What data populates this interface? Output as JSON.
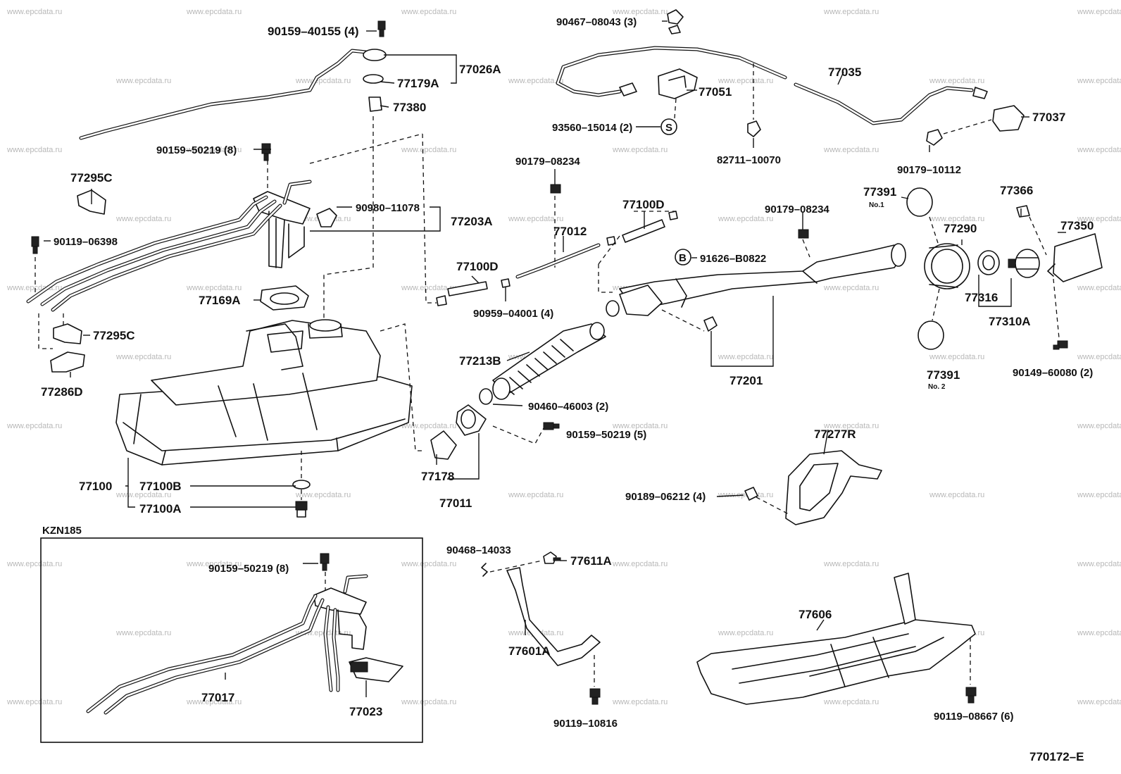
{
  "watermark": "www.epcdata.ru",
  "diagram_code": "770172–E",
  "inset_title": "KZN185",
  "labels": {
    "l_90159_40155": "90159–40155 (4)",
    "l_77026A": "77026A",
    "l_77179A": "77179A",
    "l_77380": "77380",
    "l_90159_50219_top": "90159–50219 (8)",
    "l_77295C_top": "77295C",
    "l_90980_11078": "90980–11078",
    "l_77203A": "77203A",
    "l_90119_06398": "90119–06398",
    "l_77169A": "77169A",
    "l_77295C_bot": "77295C",
    "l_77286D": "77286D",
    "l_77100": "77100",
    "l_77100B": "77100B",
    "l_77100A": "77100A",
    "l_90467_08043": "90467–08043 (3)",
    "l_77035": "77035",
    "l_77051": "77051",
    "l_77037": "77037",
    "l_93560_15014": "93560–15014 (2)",
    "l_82711_10070": "82711–10070",
    "l_90179_10112": "90179–10112",
    "l_90179_08234_a": "90179–08234",
    "l_77100D_a": "77100D",
    "l_77012": "77012",
    "l_77100D_b": "77100D",
    "l_90959_04001": "90959–04001 (4)",
    "l_90179_08234_b": "90179–08234",
    "l_91626_B0822": "91626–B0822",
    "l_77391_no1": "77391",
    "l_no1": "No.1",
    "l_77290": "77290",
    "l_77366": "77366",
    "l_77350": "77350",
    "l_77316": "77316",
    "l_77310A": "77310A",
    "l_77213B": "77213B",
    "l_77201": "77201",
    "l_77391_no2": "77391",
    "l_no2": "No. 2",
    "l_90149_60080": "90149–60080 (2)",
    "l_90460_46003": "90460–46003 (2)",
    "l_90159_50219_mid": "90159–50219 (5)",
    "l_77178": "77178",
    "l_77011": "77011",
    "l_77277R": "77277R",
    "l_90189_06212": "90189–06212 (4)",
    "l_90159_50219_inset": "90159–50219 (8)",
    "l_77017": "77017",
    "l_77023": "77023",
    "l_90468_14033": "90468–14033",
    "l_77611A": "77611A",
    "l_77601A": "77601A",
    "l_90119_10816": "90119–10816",
    "l_77606": "77606",
    "l_90119_08667": "90119–08667 (6)"
  },
  "markers": {
    "bolt_b": "B",
    "bolt_s": "S"
  }
}
